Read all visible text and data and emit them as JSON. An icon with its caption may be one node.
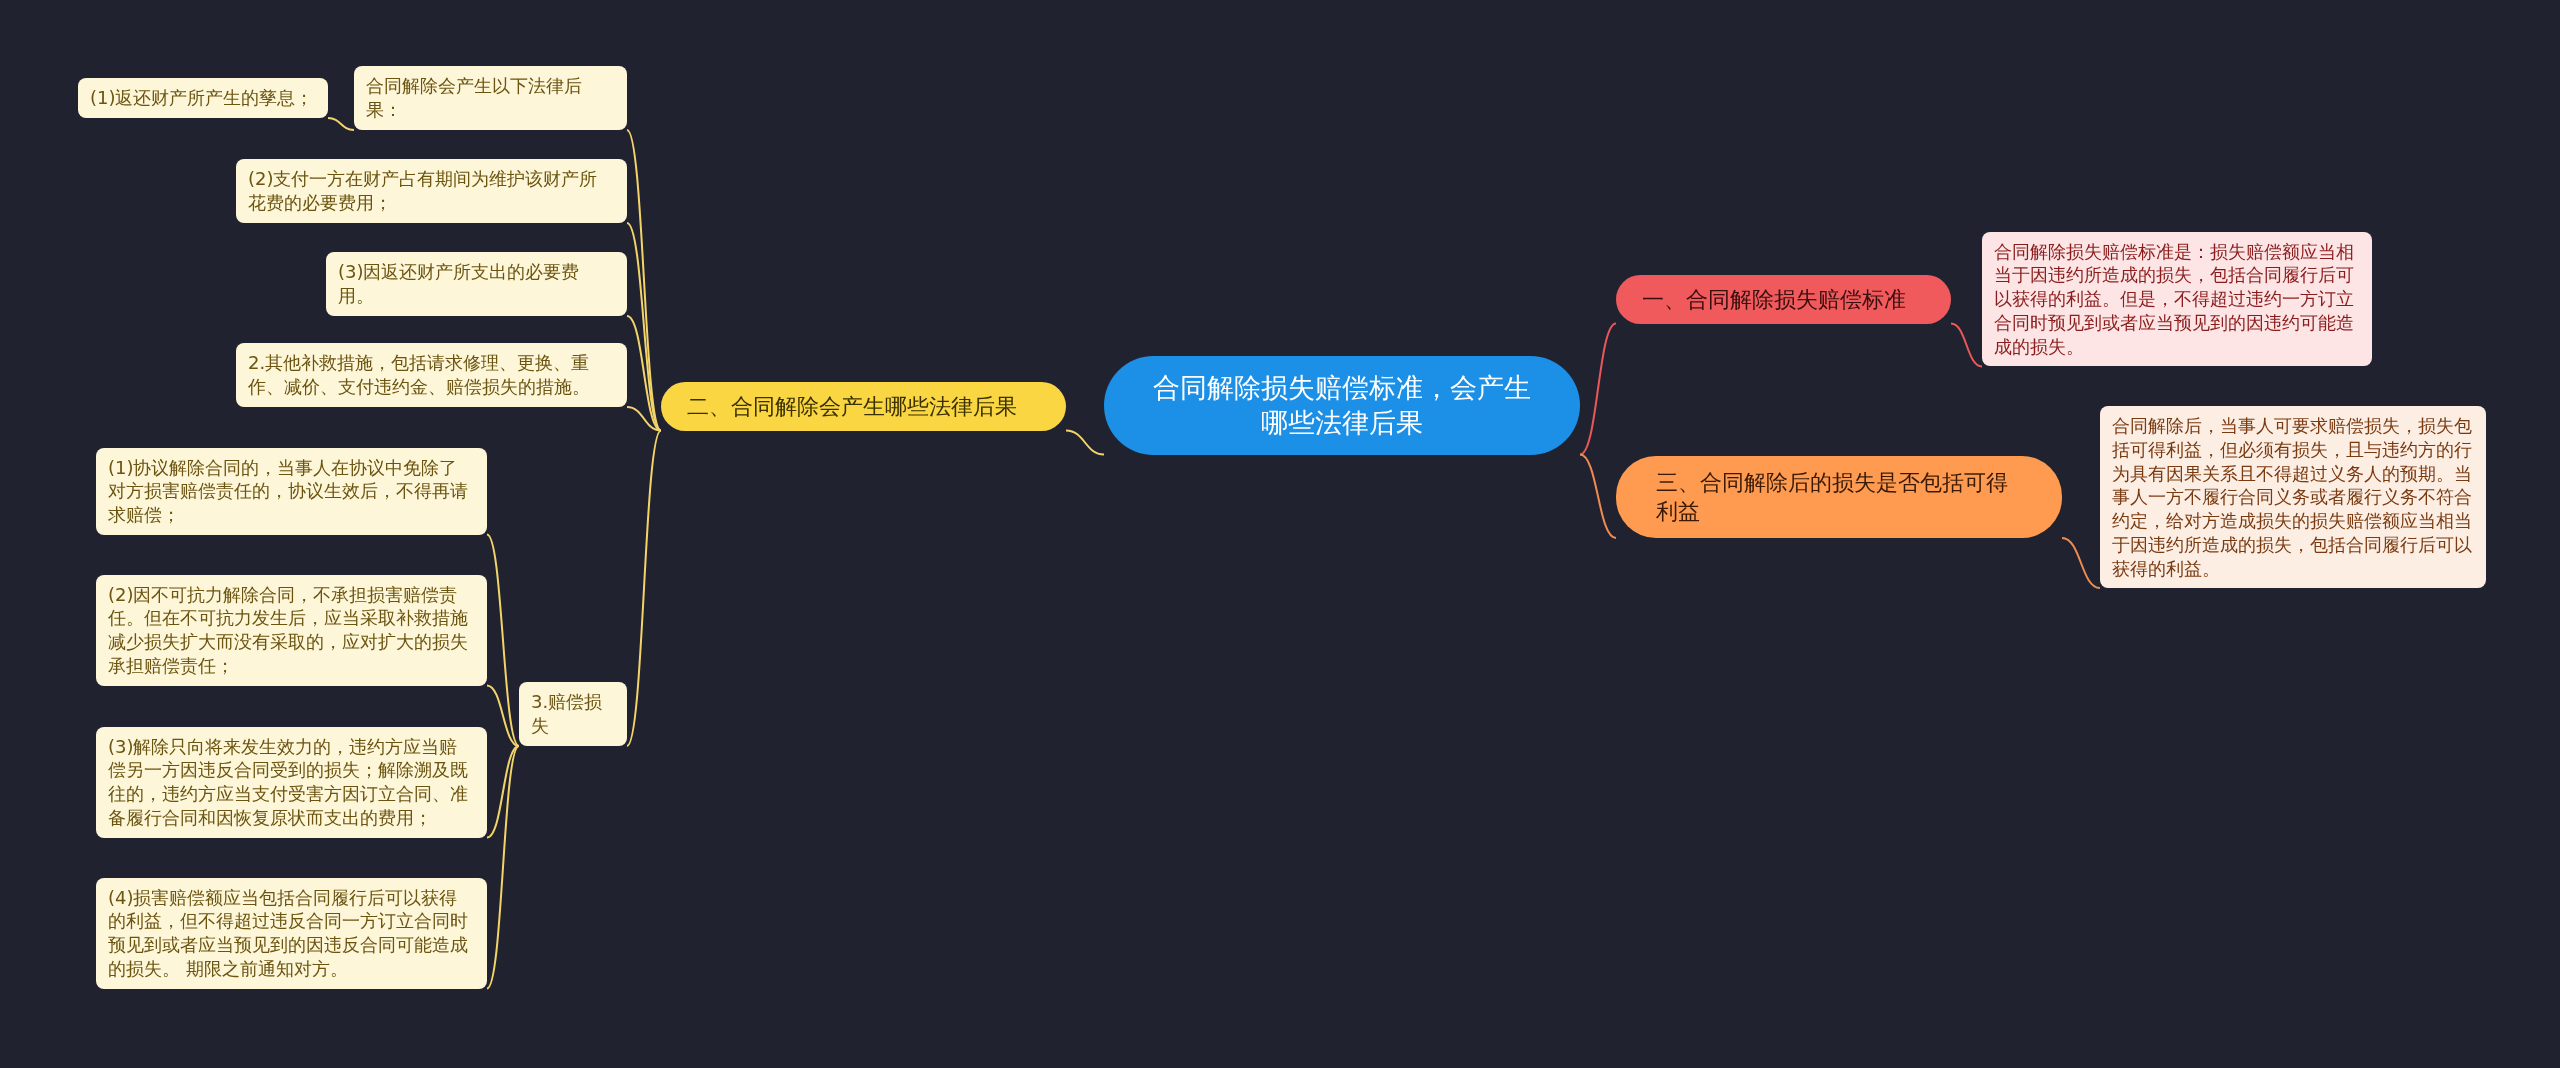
{
  "diagram": {
    "nodes": [
      {
        "text": [
          "合同解除损失赔偿标准，会产生哪些法律后果"
        ]
      },
      {
        "text": [
          "一、合同解除损失赔偿标准"
        ]
      },
      {
        "text": [
          "合同解除损失赔偿标准是：损失赔偿额应当相当于因违约所造成的损失，包括合同履行后可以获得的利益。但是，不得超过违约一方订立合同时预见到或者应当预见到的因违约可能造成的损失。"
        ]
      },
      {
        "text": [
          "二、合同解除会产生哪些法律后果"
        ]
      },
      {
        "text": [
          "合同解除会产生以下法律后果："
        ]
      },
      {
        "text": [
          "(1)返还财产所产生的孳息；"
        ]
      },
      {
        "text": [
          "(2)支付一方在财产占有期间为维护该财产所花费的必要费用；"
        ]
      },
      {
        "text": [
          "(3)因返还财产所支出的必要费用。"
        ]
      },
      {
        "text": [
          "2.其他补救措施，包括请求修理、更换、重作、减价、支付违约金、赔偿损失的措施。"
        ]
      },
      {
        "text": [
          "3.赔偿损失"
        ]
      },
      {
        "text": [
          "(1)协议解除合同的，当事人在协议中免除了对方损害赔偿责任的，协议生效后，不得再请求赔偿；"
        ]
      },
      {
        "text": [
          "(2)因不可抗力解除合同，不承担损害赔偿责任。但在不可抗力发生后，应当采取补救措施减少损失扩大而没有采取的，应对扩大的损失承担赔偿责任；"
        ]
      },
      {
        "text": [
          "(3)解除只向将来发生效力的，违约方应当赔偿另一方因违反合同受到的损失；解除溯及既往的，违约方应当支付受害方因订立合同、准备履行合同和因恢复原状而支出的费用；"
        ]
      },
      {
        "text": [
          "(4)损害赔偿额应当包括合同履行后可以获得的利益，但不得超过违反合同一方订立合同时预见到或者应当预见到的因违反合同可能造成的损失。 期限之前通知对方。"
        ]
      },
      {
        "text": [
          "三、合同解除后的损失是否包括可得利益"
        ]
      },
      {
        "text": [
          "合同解除后，当事人可要求赔偿损失，损失包括可得利益，但必须有损失，且与违约方的行为具有因果关系且不得超过义务人的预期。当事人一方不履行合同义务或者履行义务不符合约定，给对方造成损失的损失赔偿额应当相当于因违约所造成的损失，包括合同履行后可以获得的利益。"
        ]
      }
    ],
    "edges": [
      {
        "from": 0,
        "to": 1,
        "arrow": "none",
        "color": "#e8585a"
      },
      {
        "from": 1,
        "to": 2,
        "arrow": "none",
        "color": "#e8585a"
      },
      {
        "from": 0,
        "to": 3,
        "arrow": "none"
      },
      {
        "from": 3,
        "to": 4,
        "arrow": "none"
      },
      {
        "from": 4,
        "to": 5,
        "arrow": "none"
      },
      {
        "from": 3,
        "to": 6,
        "arrow": "none"
      },
      {
        "from": 3,
        "to": 7,
        "arrow": "none"
      },
      {
        "from": 3,
        "to": 8,
        "arrow": "none"
      },
      {
        "from": 3,
        "to": 9,
        "arrow": "none"
      },
      {
        "from": 9,
        "to": 10,
        "arrow": "none"
      },
      {
        "from": 9,
        "to": 11,
        "arrow": "none"
      },
      {
        "from": 9,
        "to": 12,
        "arrow": "none"
      },
      {
        "from": 9,
        "to": 13,
        "arrow": "none"
      },
      {
        "from": 0,
        "to": 14,
        "arrow": "none",
        "color": "#f08a50"
      },
      {
        "from": 14,
        "to": 15,
        "arrow": "none",
        "color": "#f08a50"
      }
    ]
  }
}
